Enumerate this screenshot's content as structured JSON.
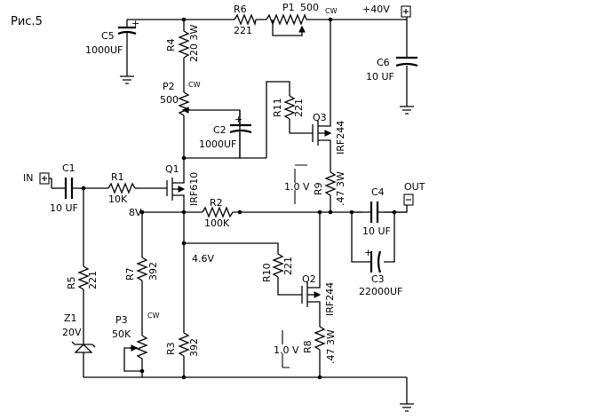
{
  "figure_label": "Рис.5",
  "supply_label": "+40V",
  "terminals": {
    "in": "IN",
    "out": "OUT"
  },
  "resistors": {
    "R1": {
      "ref": "R1",
      "value": "10K"
    },
    "R2": {
      "ref": "R2",
      "value": "100K"
    },
    "R3": {
      "ref": "R3",
      "value": "392"
    },
    "R4": {
      "ref": "R4",
      "value": "220 3W"
    },
    "R5": {
      "ref": "R5",
      "value": "221"
    },
    "R6": {
      "ref": "R6",
      "value": "221"
    },
    "R7": {
      "ref": "R7",
      "value": "392"
    },
    "R8": {
      "ref": "R8",
      "value": ".47 3W"
    },
    "R9": {
      "ref": "R9",
      "value": ".47 3W"
    },
    "R10": {
      "ref": "R10",
      "value": "221"
    },
    "R11": {
      "ref": "R11",
      "value": "221"
    }
  },
  "pots": {
    "P1": {
      "ref": "P1",
      "value": "500",
      "cw": "CW"
    },
    "P2": {
      "ref": "P2",
      "value": "500",
      "cw": "CW"
    },
    "P3": {
      "ref": "P3",
      "value": "50K",
      "cw": "CW"
    }
  },
  "capacitors": {
    "C1": {
      "ref": "C1",
      "value": "10 UF"
    },
    "C2": {
      "ref": "C2",
      "value": "1000UF"
    },
    "C3": {
      "ref": "C3",
      "value": "22000UF"
    },
    "C4": {
      "ref": "C4",
      "value": "10 UF"
    },
    "C5": {
      "ref": "C5",
      "value": "1000UF"
    },
    "C6": {
      "ref": "C6",
      "value": "10 UF"
    }
  },
  "transistors": {
    "Q1": {
      "ref": "Q1",
      "type": "IRF610"
    },
    "Q2": {
      "ref": "Q2",
      "type": "IRF244"
    },
    "Q3": {
      "ref": "Q3",
      "type": "IRF244"
    }
  },
  "zener": {
    "ref": "Z1",
    "value": "20V"
  },
  "voltages": {
    "v8": "8V",
    "v46": "4.6V",
    "v10_upper": "1.0 V",
    "v10_lower": "1.0 V"
  },
  "polarity": {
    "plus": "+",
    "minus": "−"
  }
}
